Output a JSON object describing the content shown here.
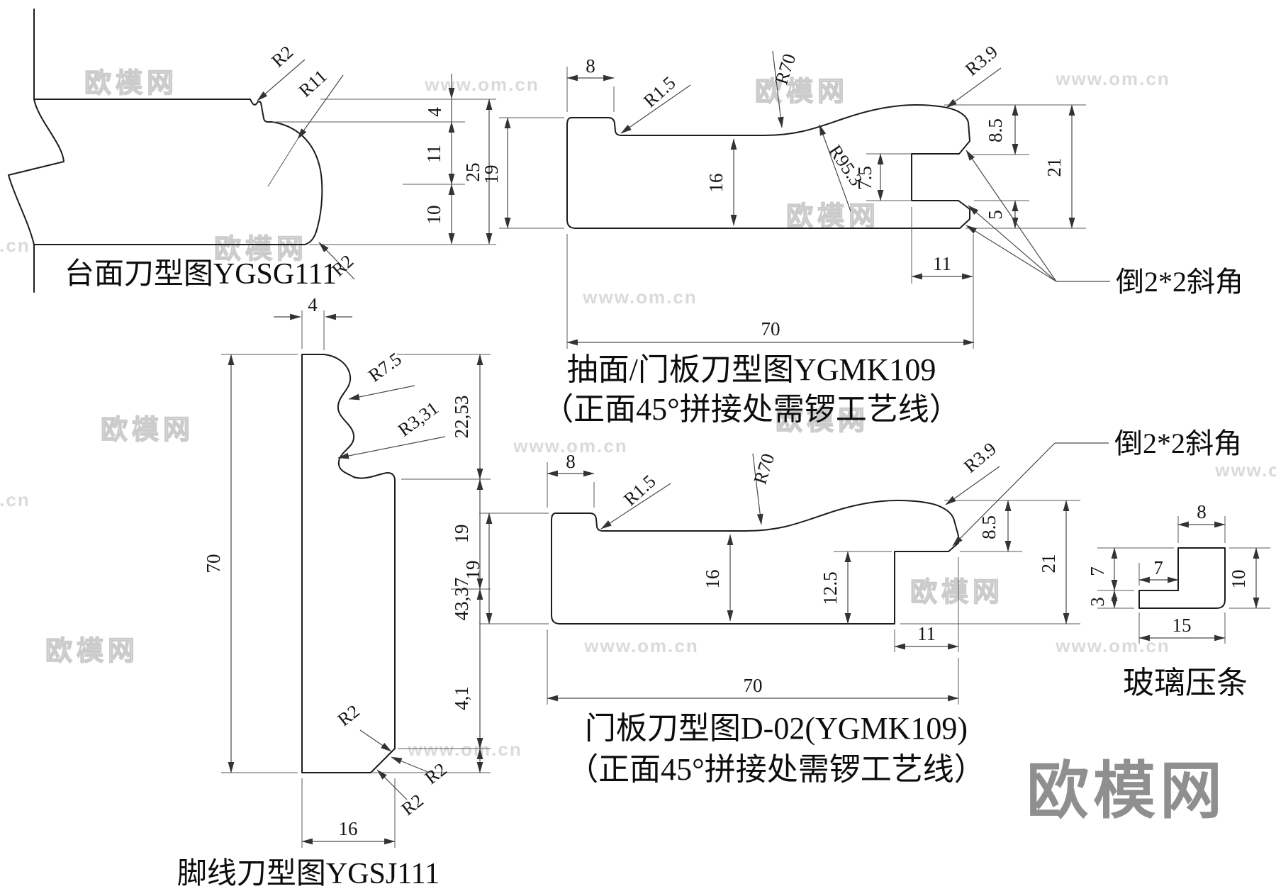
{
  "watermarks": {
    "brand": "欧模网",
    "url": "www.om.cn",
    "big": "欧模网"
  },
  "countertop": {
    "title": "台面刀型图YGSG111",
    "dims": {
      "d4": "4",
      "d11": "11",
      "d10": "10",
      "d25": "25"
    },
    "radii": {
      "r2_top": "R2",
      "r11": "R11",
      "r2_bottom": "R2"
    }
  },
  "drawer_panel": {
    "title": "抽面/门板刀型图YGMK109",
    "subtitle": "（正面45°拼接处需锣工艺线）",
    "chamfer_note": "倒2*2斜角",
    "dims": {
      "d8": "8",
      "d19": "19",
      "d16": "16",
      "d75": "7.5",
      "d85": "8.5",
      "d5": "5",
      "d21": "21",
      "d11": "11",
      "d70": "70"
    },
    "radii": {
      "r15": "R1.5",
      "r70": "R70",
      "r39": "R3.9",
      "r953": "R95.3"
    }
  },
  "skirting": {
    "title": "脚线刀型图YGSJ111",
    "dims": {
      "d4": "4",
      "d2253": "22,53",
      "d19": "19",
      "d4337": "43,37",
      "d41": "4,1",
      "d70": "70",
      "d16": "16"
    },
    "radii": {
      "r75": "R7.5",
      "r331": "R3,31",
      "r2a": "R2",
      "r2b": "R2",
      "r2c": "R2"
    }
  },
  "door_panel": {
    "title": "门板刀型图D-02(YGMK109)",
    "subtitle": "（正面45°拼接处需锣工艺线）",
    "chamfer_note": "倒2*2斜角",
    "dims": {
      "d8": "8",
      "d19": "19",
      "d16": "16",
      "d125": "12.5",
      "d85": "8.5",
      "d21": "21",
      "d11": "11",
      "d70": "70"
    },
    "radii": {
      "r15": "R1.5",
      "r70": "R70",
      "r39": "R3.9"
    }
  },
  "glass_bead": {
    "title": "玻璃压条",
    "dims": {
      "d8": "8",
      "d7_left": "7",
      "d7_inner": "7",
      "d3": "3",
      "d10": "10",
      "d15": "15"
    }
  }
}
